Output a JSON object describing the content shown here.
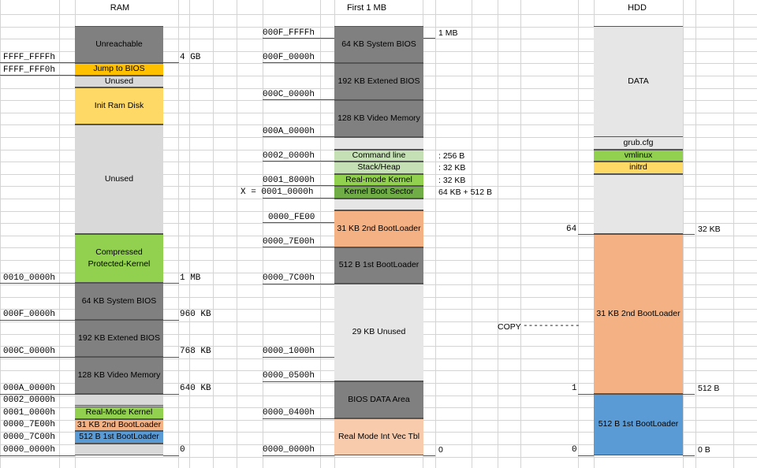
{
  "headers": {
    "ram": "RAM",
    "first_mb": "First 1 MB",
    "hdd": "HDD"
  },
  "ram": {
    "blocks": [
      {
        "label": "Unreachable",
        "color": "#808080"
      },
      {
        "label": "Jump to BIOS",
        "color": "#ffc000"
      },
      {
        "label": "Unused",
        "color": "#d9d9d9"
      },
      {
        "label": "Init Ram Disk",
        "color": "#ffd966"
      },
      {
        "label": "Unused",
        "color": "#d9d9d9"
      },
      {
        "label": "Compressed Protected-Kernel",
        "color": "#92d050"
      },
      {
        "label": "64 KB System BIOS",
        "color": "#808080"
      },
      {
        "label": "192 KB Extened BIOS",
        "color": "#808080"
      },
      {
        "label": "128 KB Video Memory",
        "color": "#808080"
      },
      {
        "label": "",
        "color": "#d9d9d9"
      },
      {
        "label": "",
        "color": "#d9d9d9"
      },
      {
        "label": "Real-Mode Kernel",
        "color": "#92d050"
      },
      {
        "label": "31 KB 2nd BootLoader",
        "color": "#f4b183"
      },
      {
        "label": "512 B 1st BootLoader",
        "color": "#5b9bd5"
      },
      {
        "label": "",
        "color": "#d9d9d9"
      }
    ],
    "addresses": [
      "FFFF_FFFFh",
      "FFFF_FFF0h",
      "0010_0000h",
      "000F_0000h",
      "000C_0000h",
      "000A_0000h",
      "0002_0000h",
      "0001_0000h",
      "0000_7E00h",
      "0000_7C00h",
      "0000_0000h"
    ],
    "sizes": [
      "4 GB",
      "1 MB",
      "960 KB",
      "768 KB",
      "640 KB",
      "0"
    ]
  },
  "first_mb": {
    "blocks": [
      {
        "label": "64 KB System BIOS",
        "color": "#808080"
      },
      {
        "label": "192 KB Extened BIOS",
        "color": "#808080"
      },
      {
        "label": "128 KB Video Memory",
        "color": "#808080"
      },
      {
        "label": "",
        "color": "#e7e6e6"
      },
      {
        "label": "Command line",
        "color": "#c5e0b4"
      },
      {
        "label": "Stack/Heap",
        "color": "#c5e0b4"
      },
      {
        "label": "Real-mode Kernel",
        "color": "#92d050"
      },
      {
        "label": "Kernel Boot Sector",
        "color": "#70ad47"
      },
      {
        "label": "",
        "color": "#e7e6e6"
      },
      {
        "label": "31 KB 2nd BootLoader",
        "color": "#f4b183"
      },
      {
        "label": "512 B 1st BootLoader",
        "color": "#808080"
      },
      {
        "label": "29 KB Unused",
        "color": "#e7e6e6"
      },
      {
        "label": "BIOS DATA Area",
        "color": "#808080"
      },
      {
        "label": "Real Mode Int Vec Tbl",
        "color": "#f8cbad"
      }
    ],
    "addresses": [
      "000F_FFFFh",
      "000F_0000h",
      "000C_0000h",
      "000A_0000h",
      "0002_0000h",
      "0001_8000h",
      "X = 0001_0000h",
      "0000_FE00",
      "0000_7E00h",
      "0000_7C00h",
      "0000_1000h",
      "0000_0500h",
      "0000_0400h",
      "0000_0000h"
    ],
    "sizes": [
      "1 MB",
      ": 256 B",
      ": 32 KB",
      ": 32 KB",
      "64 KB + 512 B",
      "0"
    ]
  },
  "hdd": {
    "blocks": [
      {
        "label": "DATA",
        "color": "#e7e6e6"
      },
      {
        "label": "grub.cfg",
        "color": "#e7e6e6"
      },
      {
        "label": "vmlinux",
        "color": "#92d050"
      },
      {
        "label": "initrd",
        "color": "#ffd966"
      },
      {
        "label": "",
        "color": "#e7e6e6"
      },
      {
        "label": "31 KB 2nd BootLoader",
        "color": "#f4b183"
      },
      {
        "label": "512 B 1st BootLoader",
        "color": "#5b9bd5"
      }
    ],
    "sectors": [
      "64",
      "1",
      "0"
    ],
    "sizes": [
      "32 KB",
      "512 B",
      "0 B"
    ],
    "copy_label": "COPY",
    "copy_dashes": "-----------"
  }
}
